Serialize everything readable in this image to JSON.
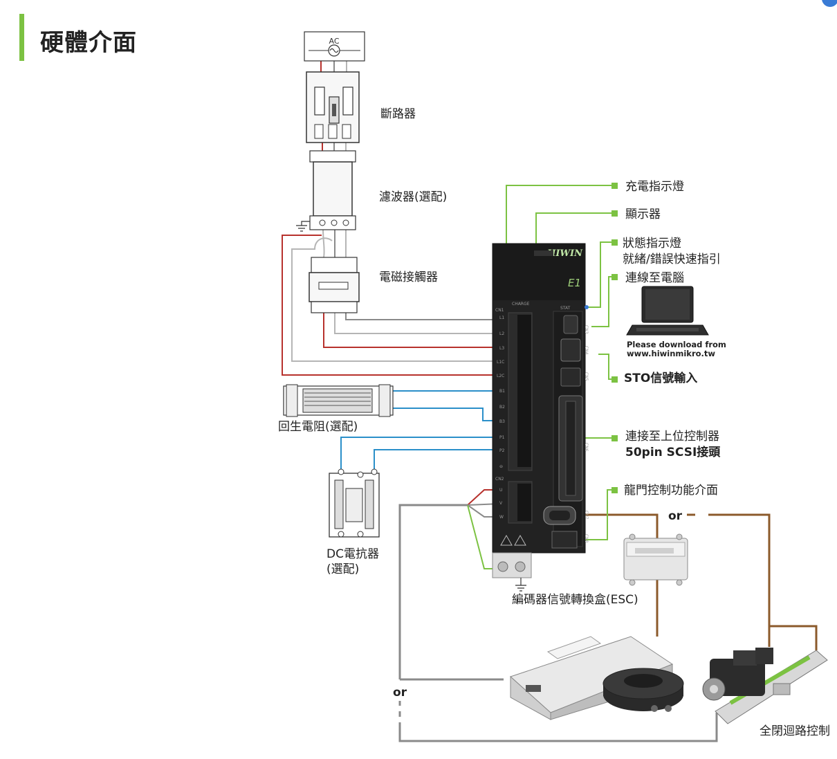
{
  "page": {
    "title": "硬體介面"
  },
  "power": {
    "ac_label": "AC",
    "breaker": "斷路器",
    "filter": "濾波器(選配)",
    "contactor": "電磁接觸器",
    "regen_resistor": "回生電阻(選配)",
    "dc_reactor_line1": "DC電抗器",
    "dc_reactor_line2": "(選配)"
  },
  "drive": {
    "brand": "HIWIN",
    "model": "E1",
    "charge_label": "CHARGE",
    "stat_label": "STAT",
    "cn1_label": "CN1",
    "cn2_label": "CN2",
    "terminals": [
      "L1",
      "L2",
      "L3",
      "L1C",
      "L2C",
      "B1",
      "B2",
      "B3",
      "P1",
      "P2",
      "⊖"
    ],
    "motor_terminals": [
      "U",
      "V",
      "W"
    ],
    "side_ports": [
      "CN3",
      "CN4",
      "CN5",
      "CN6",
      "CN7",
      "CN8"
    ]
  },
  "callouts": {
    "charge_led": "充電指示燈",
    "display": "顯示器",
    "status_led_line1": "狀態指示燈",
    "status_led_line2": "就緒/錯誤快速指引",
    "pc_link": "連線至電腦",
    "download_line1": "Please download from",
    "download_line2": "www.hiwinmikro.tw",
    "sto": "STO信號輸入",
    "controller_line1": "連接至上位控制器",
    "controller_line2": "50pin SCSI接頭",
    "gantry": "龍門控制功能介面",
    "esc": "編碼器信號轉換盒(ESC)",
    "full_closed": "全閉迴路控制",
    "or_right": "or",
    "or_left": "or"
  },
  "colors": {
    "accent_green": "#7cc242",
    "wire_red": "#b7312c",
    "wire_gray": "#8a8a8a",
    "wire_lightgray": "#b5b5b5",
    "wire_blue": "#2a8fc9",
    "wire_brown": "#8b5a2b",
    "drive_body": "#222222"
  }
}
